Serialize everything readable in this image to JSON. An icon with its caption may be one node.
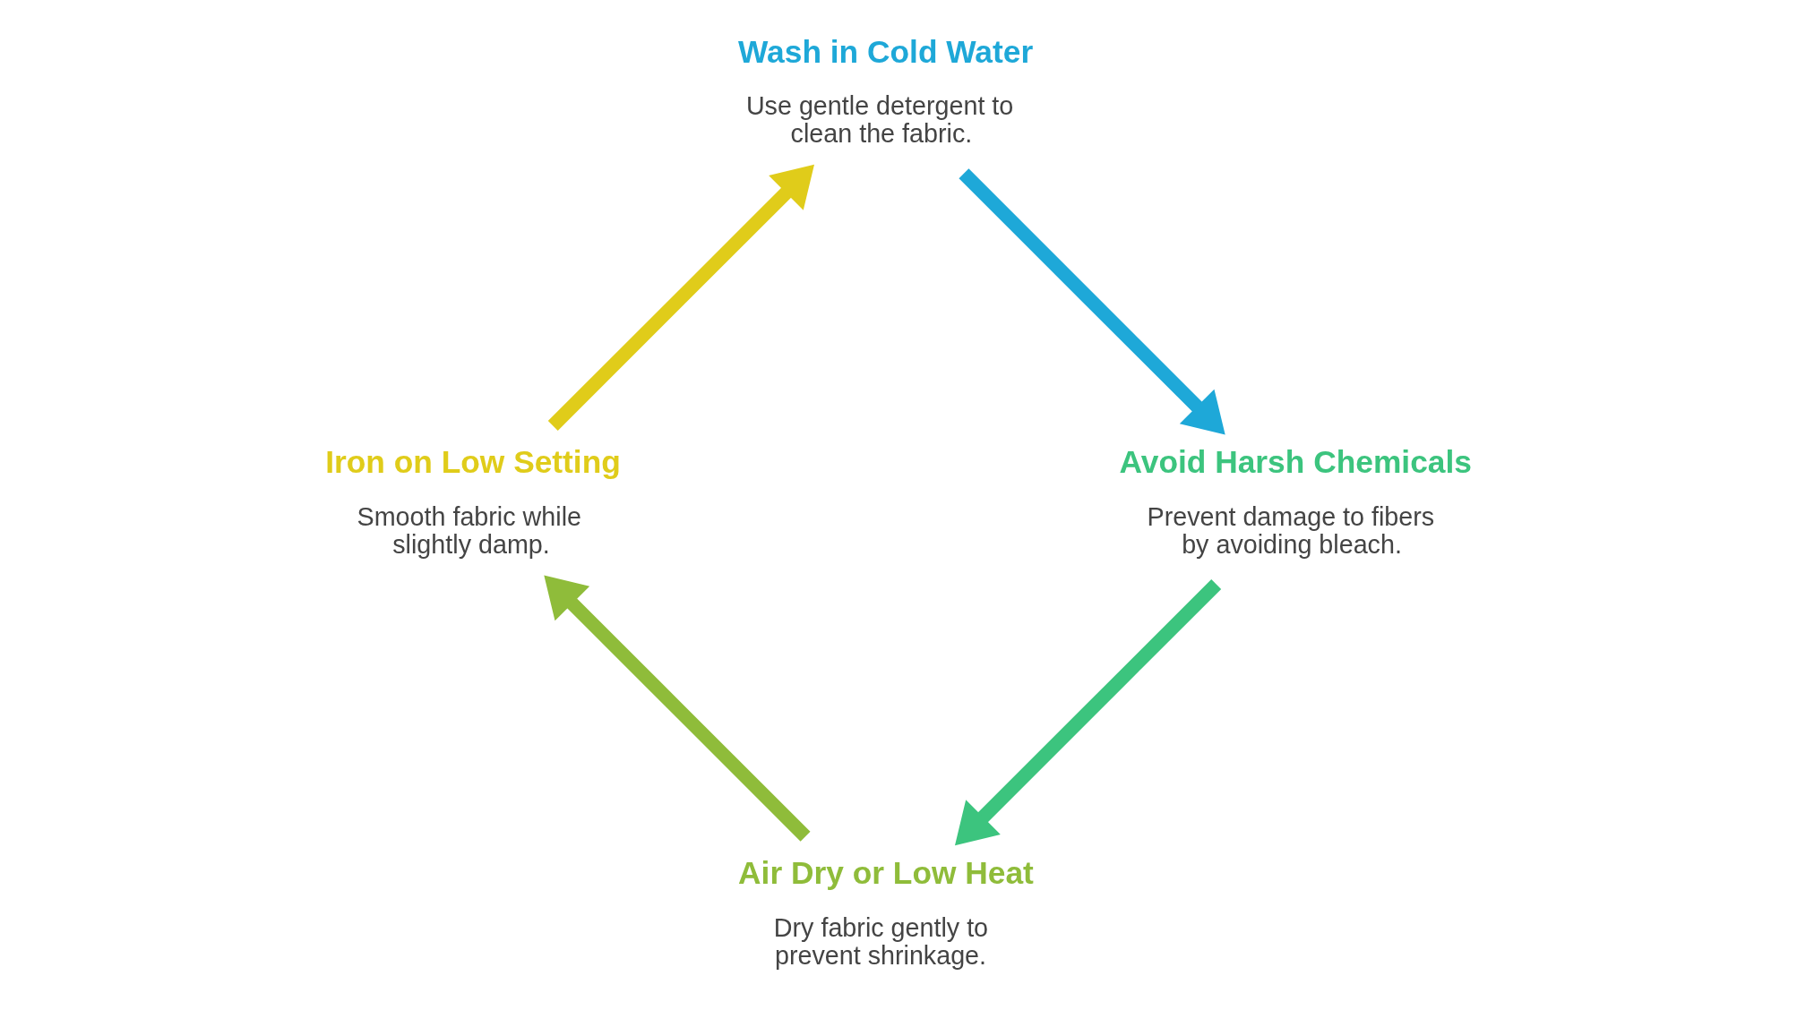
{
  "diagram": {
    "nodes": [
      {
        "text": [
          "Wash in Cold Water",
          "Use gentle detergent to clean the fabric."
        ]
      },
      {
        "text": [
          "Avoid Harsh Chemicals",
          "Prevent damage to fibers by avoiding bleach."
        ]
      },
      {
        "text": [
          "Air Dry or Low Heat",
          "Dry fabric gently to prevent shrinkage."
        ]
      },
      {
        "text": [
          "Iron on Low Setting",
          "Smooth fabric while slightly damp."
        ]
      }
    ],
    "edges": [
      {
        "from": 0,
        "to": 1,
        "arrow": "to",
        "color": "#1ea8d8"
      },
      {
        "from": 1,
        "to": 2,
        "arrow": "to",
        "color": "#3cc47e"
      },
      {
        "from": 2,
        "to": 3,
        "arrow": "to",
        "color": "#8fbc3a"
      },
      {
        "from": 3,
        "to": 0,
        "arrow": "to",
        "color": "#e0cc1a"
      }
    ]
  }
}
